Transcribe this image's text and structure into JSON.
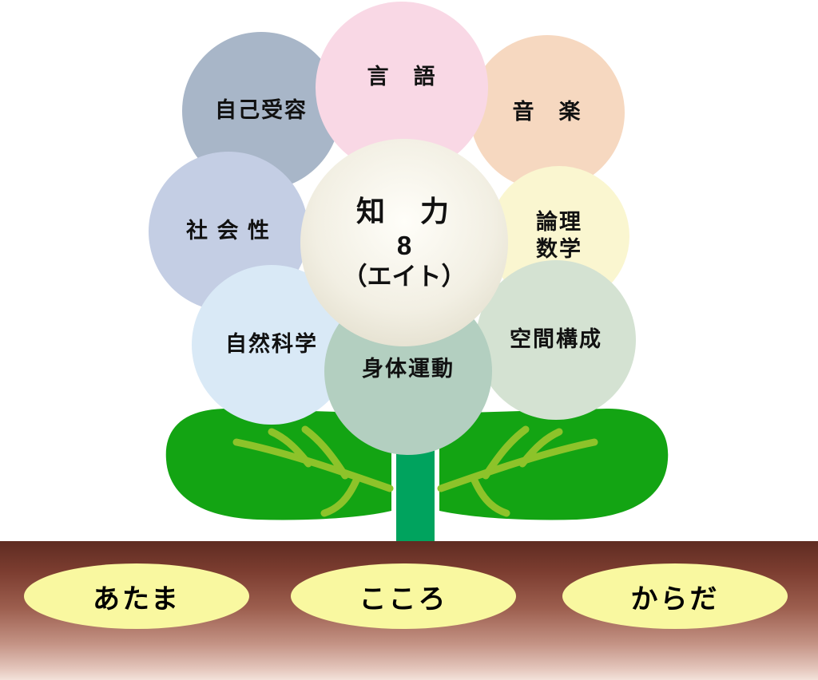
{
  "flower": {
    "center": {
      "line1": "知　力",
      "line2": "8",
      "line3": "（エイト）",
      "color": "#e7e3d3"
    },
    "petals": [
      {
        "name": "self-acceptance",
        "label": "自己受容",
        "color": "#a8b6c8"
      },
      {
        "name": "music",
        "label": "音　楽",
        "color": "#f6d8c0"
      },
      {
        "name": "language",
        "label": "言　語",
        "color": "#f9d8e5"
      },
      {
        "name": "sociality",
        "label": "社 会 性",
        "color": "#c4cee4"
      },
      {
        "name": "logic-math",
        "label": "論理\n数学",
        "color": "#faf6d0"
      },
      {
        "name": "spatial-composition",
        "label": "空間構成",
        "color": "#d4e2d2"
      },
      {
        "name": "natural-science",
        "label": "自然科学",
        "color": "#d9e9f6"
      },
      {
        "name": "body-movement",
        "label": "身体運動",
        "color": "#b3cfc0"
      }
    ]
  },
  "plant": {
    "stem_color": "#00a35e",
    "leaf_color": "#13a413",
    "vein_color": "#8dc32a"
  },
  "ground": {
    "ellipse_color": "#f9f8a0",
    "labels": [
      {
        "label": "あたま"
      },
      {
        "label": "こころ"
      },
      {
        "label": "からだ"
      }
    ]
  }
}
